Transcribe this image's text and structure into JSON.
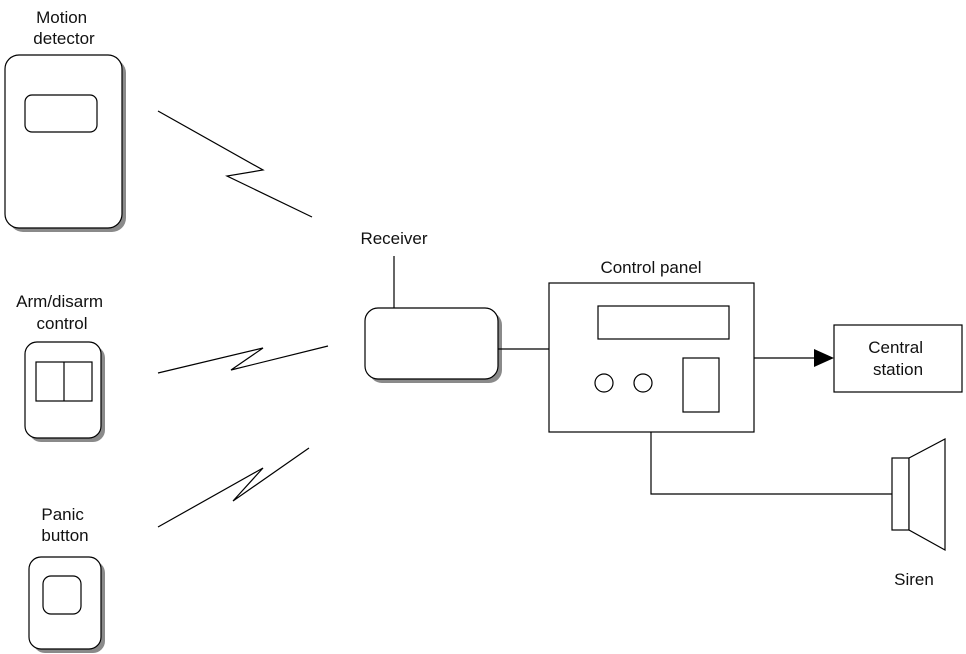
{
  "labels": {
    "motion_detector": [
      "Motion",
      "detector"
    ],
    "arm_disarm": [
      "Arm/disarm",
      "control"
    ],
    "panic_button": [
      "Panic",
      "button"
    ],
    "receiver": "Receiver",
    "control_panel": "Control panel",
    "central_station": [
      "Central",
      "station"
    ],
    "siren": "Siren"
  },
  "colors": {
    "line": "#000000",
    "shadow": "#8a8a8a",
    "background": "#ffffff"
  }
}
